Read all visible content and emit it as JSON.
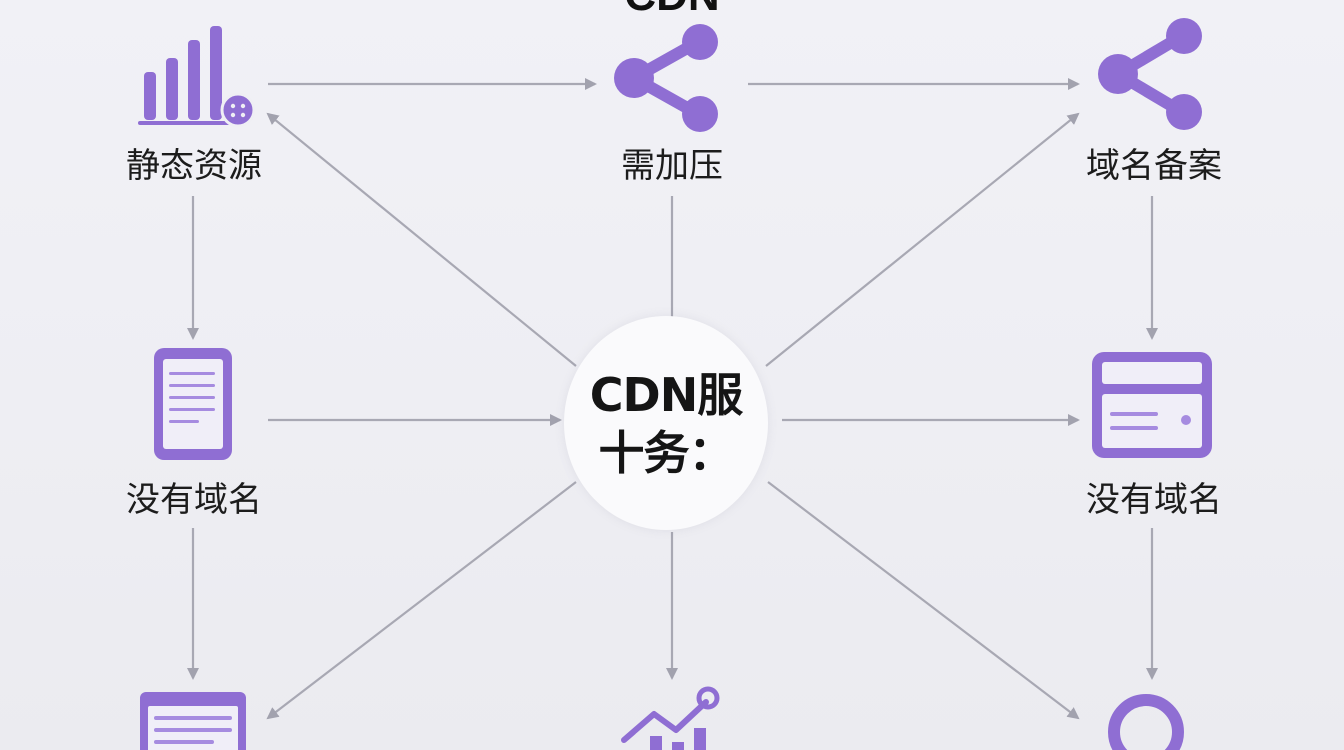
{
  "title": "CDN",
  "center": {
    "line1": "CDN服",
    "line2": "十务："
  },
  "nodes": {
    "static_resources": {
      "label": "静态资源",
      "icon": "bar-chart-icon"
    },
    "needs_pressure": {
      "label": "需加压",
      "icon": "share-icon"
    },
    "domain_filing": {
      "label": "域名备案",
      "icon": "share-icon"
    },
    "no_domain_left": {
      "label": "没有域名",
      "icon": "tablet-document-icon"
    },
    "no_domain_right": {
      "label": "没有域名",
      "icon": "server-card-icon"
    },
    "bottom_left": {
      "label": "",
      "icon": "browser-window-icon"
    },
    "bottom_center": {
      "label": "",
      "icon": "trend-chart-icon"
    },
    "bottom_right": {
      "label": "",
      "icon": "location-pin-icon"
    }
  },
  "colors": {
    "accent": "#8f6ed3",
    "accent_light": "#a68be0",
    "arrow": "#a2a2ae",
    "background": "#efeff4"
  }
}
